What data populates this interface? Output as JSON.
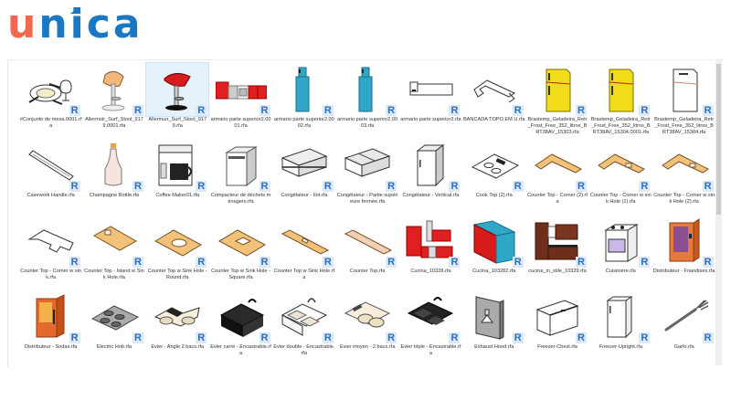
{
  "brand": {
    "logo_first": "u",
    "logo_rest": "nica",
    "accent": "#f0694f",
    "primary": "#1a78c2"
  },
  "file_browser": {
    "badge_label": "R",
    "selected_index": 2,
    "items": [
      {
        "name": "#Conjunto de mesa.0001.rfa",
        "icon": "table-setting"
      },
      {
        "name": "Allermuir_Surf_Stool_9179.0001.rfa",
        "icon": "bar-stool-beige"
      },
      {
        "name": "Allermuir_Surf_Stool_9179.rfa",
        "icon": "bar-stool-red"
      },
      {
        "name": "armario parte superior2.0001.rfa",
        "icon": "red-cabinet-row"
      },
      {
        "name": "armario parte superior2.0002.rfa",
        "icon": "blue-cabinet-tall"
      },
      {
        "name": "armario parte superior2.0003.rfa",
        "icon": "blue-cabinet-tall"
      },
      {
        "name": "armario parte superior2.rfa",
        "icon": "cabinet-outline"
      },
      {
        "name": "BANCADA TOPO EM U.rfa",
        "icon": "u-counter-outline"
      },
      {
        "name": "Brastemp_Geladeira_Retr_Frost_Free_352_litros_BRT38AV_15303.rfa",
        "icon": "fridge-yellow"
      },
      {
        "name": "Brastemp_Geladeira_Retr_Frost_Free_352_litros_BRT38AV_15304.0001.rfa",
        "icon": "fridge-yellow"
      },
      {
        "name": "Brastemp_Geladeira_Retr_Frost_Free_352_litros_BRT38AV_15304.rfa",
        "icon": "fridge-white"
      },
      {
        "name": "Casework Handle.rfa",
        "icon": "handle-bar"
      },
      {
        "name": "Champagne Bottle.rfa",
        "icon": "bottle"
      },
      {
        "name": "Coffee Maker01.rfa",
        "icon": "coffee-maker"
      },
      {
        "name": "Compacteur de déchets ménagers.rfa",
        "icon": "compactor"
      },
      {
        "name": "Congélateur - Ilot.rfa",
        "icon": "chest-freezer-open"
      },
      {
        "name": "Congélateur - Partie supérieure fermée.rfa",
        "icon": "chest-freezer-closed"
      },
      {
        "name": "Congélateur - Vertical.rfa",
        "icon": "upright-freezer"
      },
      {
        "name": "Cook Top (2).rfa",
        "icon": "cooktop"
      },
      {
        "name": "Counter Top - Corner (2).rfa",
        "icon": "counter-corner"
      },
      {
        "name": "Counter Top - Corner w sink Hole (1).rfa",
        "icon": "counter-corner-sink"
      },
      {
        "name": "Counter Top - Corner w sink Hole (2).rfa",
        "icon": "counter-corner-sink"
      },
      {
        "name": "Counter Top - Corner w sink.rfa",
        "icon": "counter-corner-outline"
      },
      {
        "name": "Counter Top - Island w Sink Hole.rfa",
        "icon": "counter-island"
      },
      {
        "name": "Counter Top w Sink Hole - Round.rfa",
        "icon": "counter-round-hole"
      },
      {
        "name": "Counter Top w Sink Hole - Square.rfa",
        "icon": "counter-square-hole"
      },
      {
        "name": "Counter Top w Sink Hole.rfa",
        "icon": "counter-long-hole"
      },
      {
        "name": "Counter Top.rfa",
        "icon": "counter-plain"
      },
      {
        "name": "Cucina_10328.rfa",
        "icon": "kitchen-red-elevation"
      },
      {
        "name": "Cucina_103282.rfa",
        "icon": "kitchen-red-3d"
      },
      {
        "name": "cucina_in_stile_10329.rfa",
        "icon": "kitchen-wood"
      },
      {
        "name": "Cuisinière.rfa",
        "icon": "stove"
      },
      {
        "name": "Distributeur - Friandises.rfa",
        "icon": "vending-snack"
      },
      {
        "name": "Distributeur - Sodas.rfa",
        "icon": "vending-soda"
      },
      {
        "name": "Electric Hob.rfa",
        "icon": "electric-hob"
      },
      {
        "name": "Evier - Angle 2 bacs.rfa",
        "icon": "sink-corner"
      },
      {
        "name": "Evier carré - Encastrable.rfa",
        "icon": "sink-square-black"
      },
      {
        "name": "Evier double - Encastrable.rfa",
        "icon": "sink-double"
      },
      {
        "name": "Evier moyen - 2 bacs.rfa",
        "icon": "sink-round-double"
      },
      {
        "name": "Evier triple - Encastrable.rfa",
        "icon": "sink-triple-black"
      },
      {
        "name": "Exhaust Hood.rfa",
        "icon": "exhaust-hood"
      },
      {
        "name": "Freezer-Chest.rfa",
        "icon": "freezer-chest"
      },
      {
        "name": "Freezer-Upright.rfa",
        "icon": "freezer-upright"
      },
      {
        "name": "Garfo.rfa",
        "icon": "fork"
      }
    ]
  }
}
